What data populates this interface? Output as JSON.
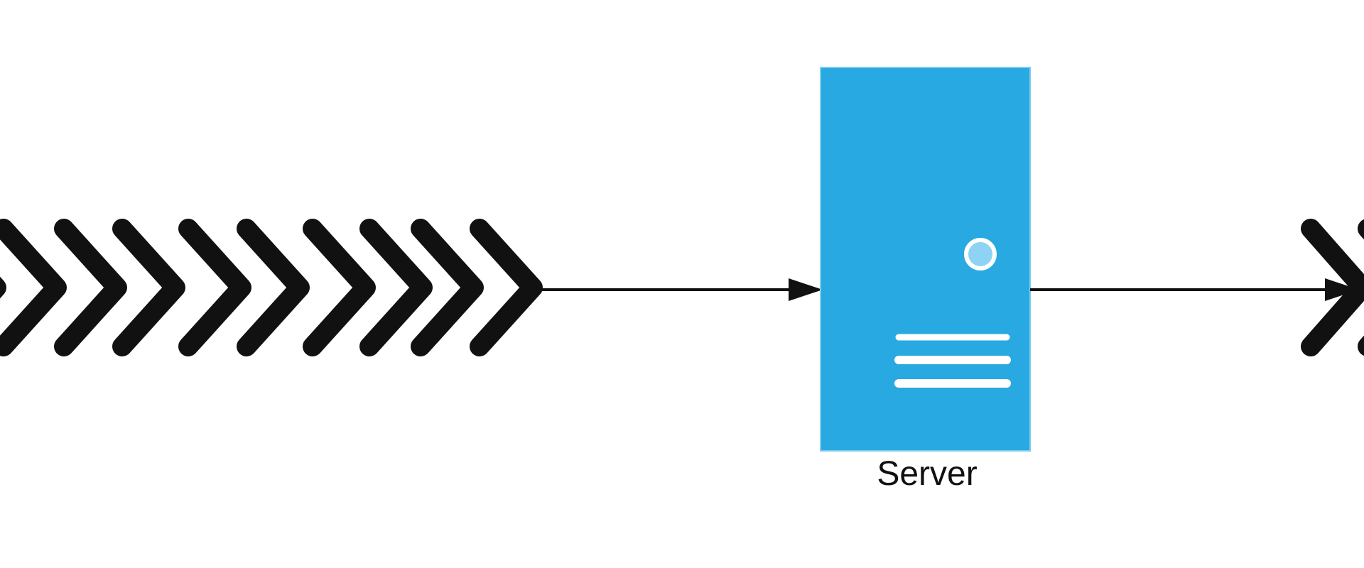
{
  "diagram": {
    "nodes": [
      {
        "id": "input-stream",
        "icon": "chevron-stream-icon",
        "label": ""
      },
      {
        "id": "server",
        "icon": "server-icon",
        "label": "Server"
      },
      {
        "id": "output-stream",
        "icon": "chevron-stream-icon",
        "label": ""
      }
    ],
    "edges": [
      {
        "from": "input-stream",
        "to": "server"
      },
      {
        "from": "server",
        "to": "output-stream"
      }
    ]
  },
  "colors": {
    "server_fill": "#29a9e1",
    "server_detail": "#ffffff",
    "server_indicator": "#8fd3f4",
    "chevron": "#111111",
    "arrow": "#111111",
    "background": "#ffffff"
  }
}
